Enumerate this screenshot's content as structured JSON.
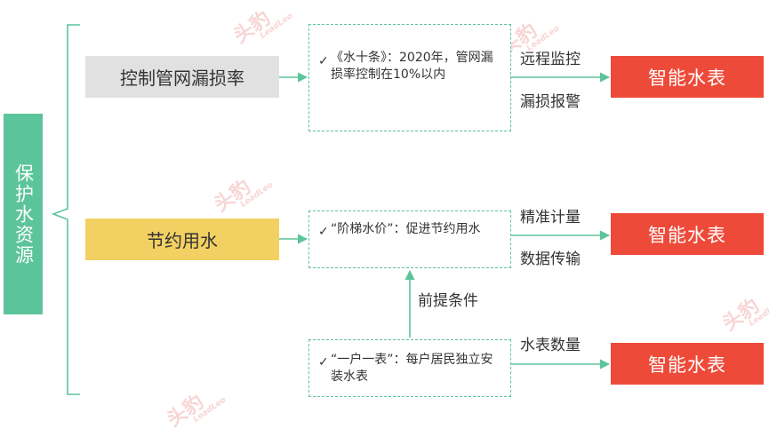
{
  "root": {
    "label": "保护水资源"
  },
  "branches": [
    {
      "driver": "控制管网漏损率",
      "policy_check": "✓",
      "policy": "《水十条》：2020年，管网漏损率控制在10%以内",
      "functions": [
        "远程监控",
        "漏损报警"
      ],
      "meter": "智能水表"
    },
    {
      "driver": "节约用水",
      "policy_check": "✓",
      "policy": "“阶梯水价”：促进节约用水",
      "functions": [
        "精准计量",
        "数据传输"
      ],
      "meter": "智能水表"
    },
    {
      "driver": "",
      "policy_check": "✓",
      "policy": "“一户一表”：每户居民独立安装水表",
      "functions": [
        "水表数量"
      ],
      "meter": "智能水表"
    }
  ],
  "prerequisite_label": "前提条件",
  "watermark": {
    "text": "头豹",
    "sub": "LeadLeo"
  },
  "colors": {
    "green": "#5cc49a",
    "red": "#ee4a39",
    "yellow": "#f3d062",
    "gray": "#e1e1e1"
  }
}
